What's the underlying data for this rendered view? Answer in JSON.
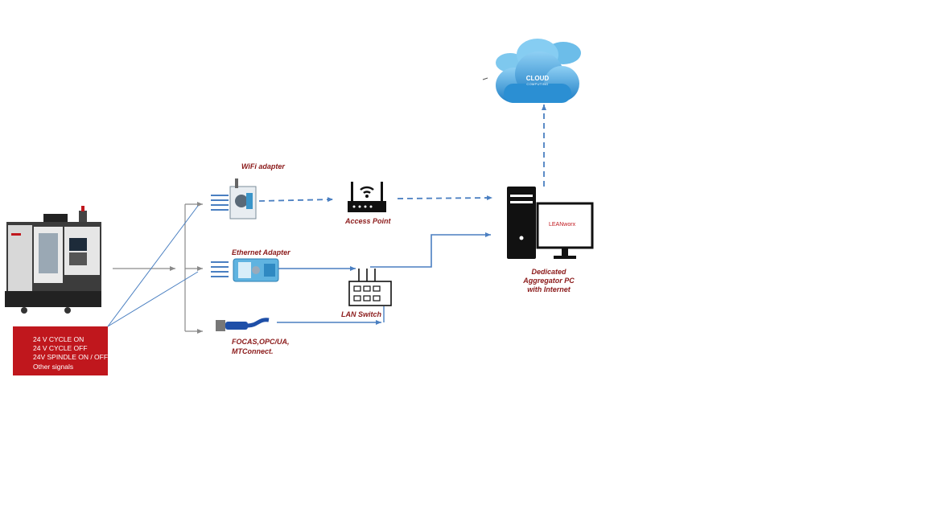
{
  "labels": {
    "wifi_adapter": "WiFi adapter",
    "access_point": "Access Point",
    "ethernet_adapter": "Ethernet Adapter",
    "lan_switch": "LAN Switch",
    "protocols_line1": "FOCAS,OPC/UA,",
    "protocols_line2": "MTConnect.",
    "pc_line1": "Dedicated",
    "pc_line2": "Aggregator PC",
    "pc_line3": "with Internet",
    "screen_brand": "LEANworx"
  },
  "cloud": {
    "title": "CLOUD",
    "subtitle": "COMPUTING"
  },
  "signals": [
    "24 V CYCLE ON",
    "24 V CYCLE OFF",
    "24V SPINDLE ON / OFF",
    "Other signals"
  ],
  "colors": {
    "accent_red": "#c0171d",
    "label_red": "#8b1a1a",
    "link_blue": "#4a7fc1",
    "cloud_blue": "#3fa0dc",
    "arrow_gray": "#8a8a8a"
  }
}
